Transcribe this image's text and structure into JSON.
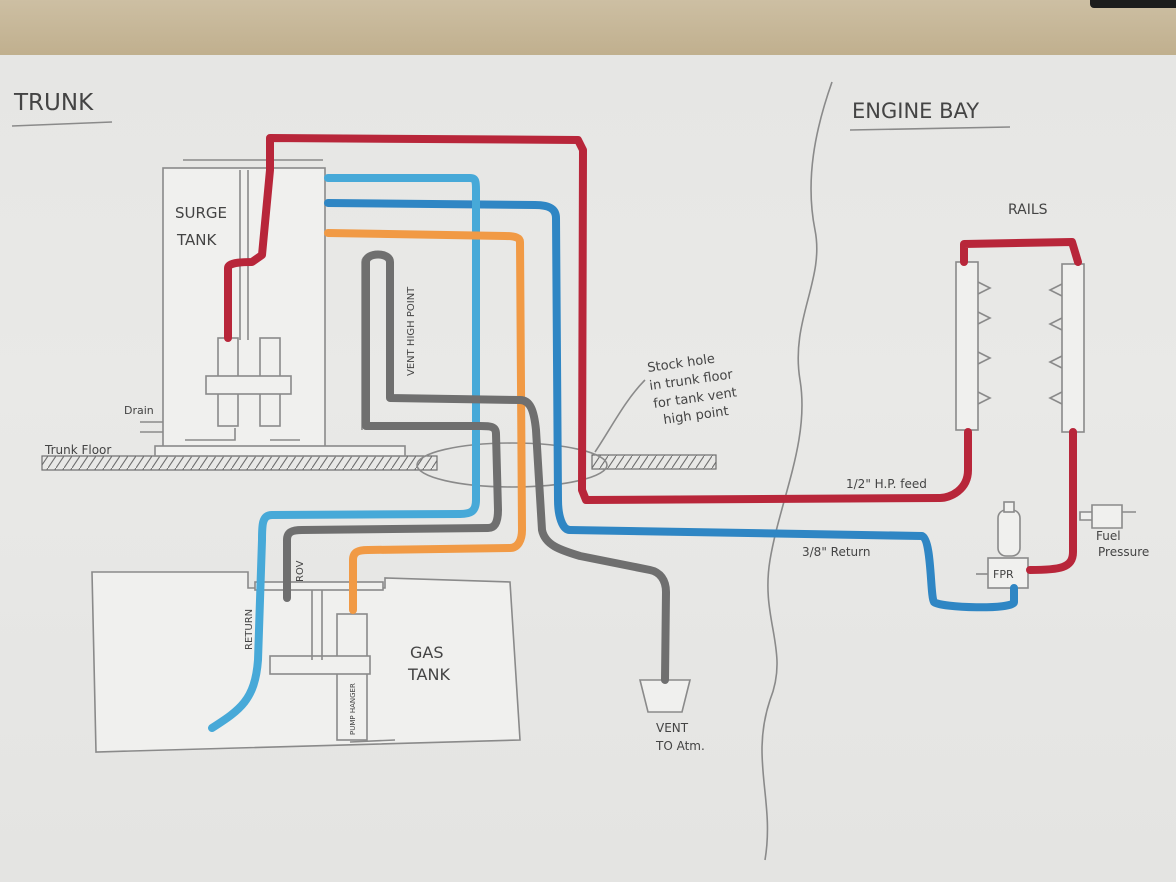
{
  "labels": {
    "trunk": "TRUNK",
    "engine_bay": "ENGINE BAY",
    "surge_tank_1": "SURGE",
    "surge_tank_2": "TANK",
    "rails": "RAILS",
    "drain": "Drain",
    "trunk_floor": "Trunk Floor",
    "vent_high_point": "VENT HIGH POINT",
    "stock_hole_1": "Stock hole",
    "stock_hole_2": "in trunk floor",
    "stock_hole_3": "for tank vent",
    "stock_hole_4": "high point",
    "hp_feed": "1/2\" H.P. feed",
    "return_line": "3/8\" Return",
    "fpr": "FPR",
    "fuel_pressure_1": "Fuel",
    "fuel_pressure_2": "Pressure",
    "return_vertical": "RETURN",
    "rov": "ROV",
    "gas_tank_1": "GAS",
    "gas_tank_2": "TANK",
    "pump_hanger": "PUMP HANGER",
    "vent_1": "VENT",
    "vent_2": "TO Atm."
  },
  "colors": {
    "red_line": "#b8263a",
    "blue_line": "#2f86c4",
    "light_blue_line": "#47a9d8",
    "orange_line": "#f19a45",
    "gray_line": "#6f6f6f",
    "pencil": "#8a8a8a"
  }
}
